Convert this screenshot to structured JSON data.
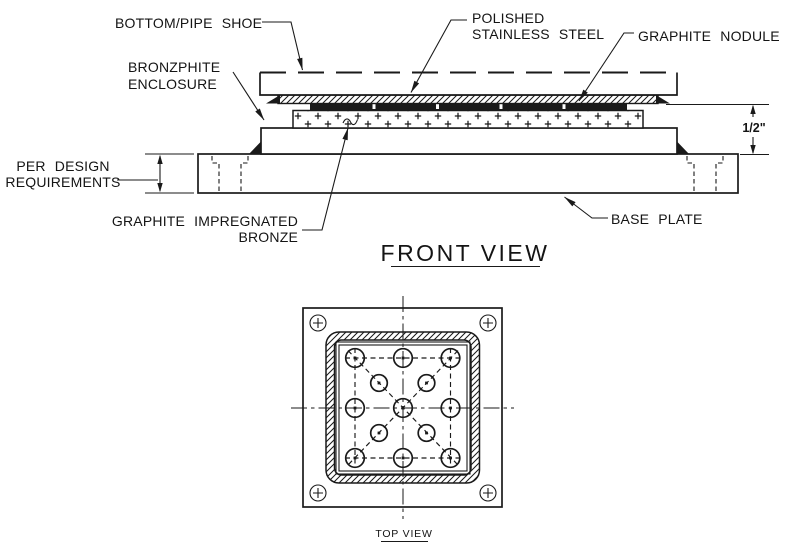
{
  "front_view": {
    "title": "FRONT VIEW",
    "callouts": {
      "pipe_shoe": "BOTTOM/PIPE SHOE",
      "bronzphite_line1": "BRONZPHITE",
      "bronzphite_line2": "ENCLOSURE",
      "polished_ss_line1": "POLISHED",
      "polished_ss_line2": "STAINLESS STEEL",
      "graphite_nodule": "GRAPHITE NODULE",
      "per_design_line1": "PER DESIGN",
      "per_design_line2": "REQUIREMENTS",
      "graphite_bronze_line1": "GRAPHITE IMPREGNATED",
      "graphite_bronze_line2": "BRONZE",
      "base_plate": "BASE PLATE"
    },
    "dimensions": {
      "enclosure_height": "1/2\""
    }
  },
  "top_view": {
    "title": "TOP VIEW"
  },
  "colors": {
    "line": "#1a1a1a",
    "background": "#ffffff"
  }
}
